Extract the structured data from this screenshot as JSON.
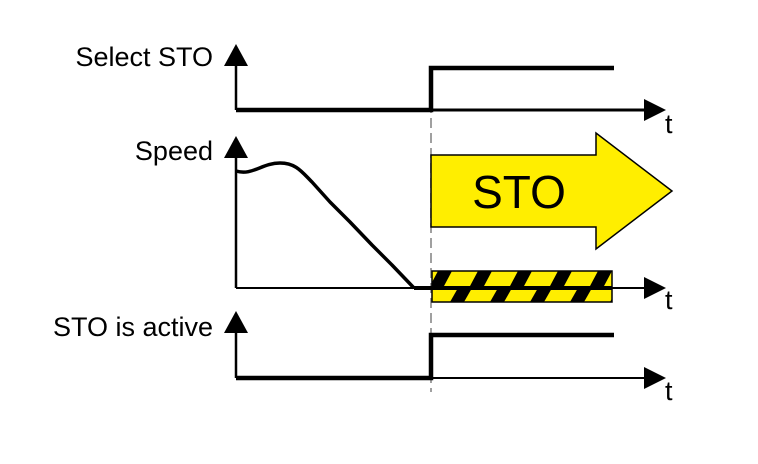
{
  "labels": {
    "select_sto": "Select STO",
    "speed": "Speed",
    "sto_active": "STO is active",
    "time_axis": "t",
    "sto_arrow": "STO"
  },
  "colors": {
    "line": "#000000",
    "arrow_fill": "#ffee00",
    "stripe_yellow": "#ffee00",
    "divider": "#808080"
  }
}
